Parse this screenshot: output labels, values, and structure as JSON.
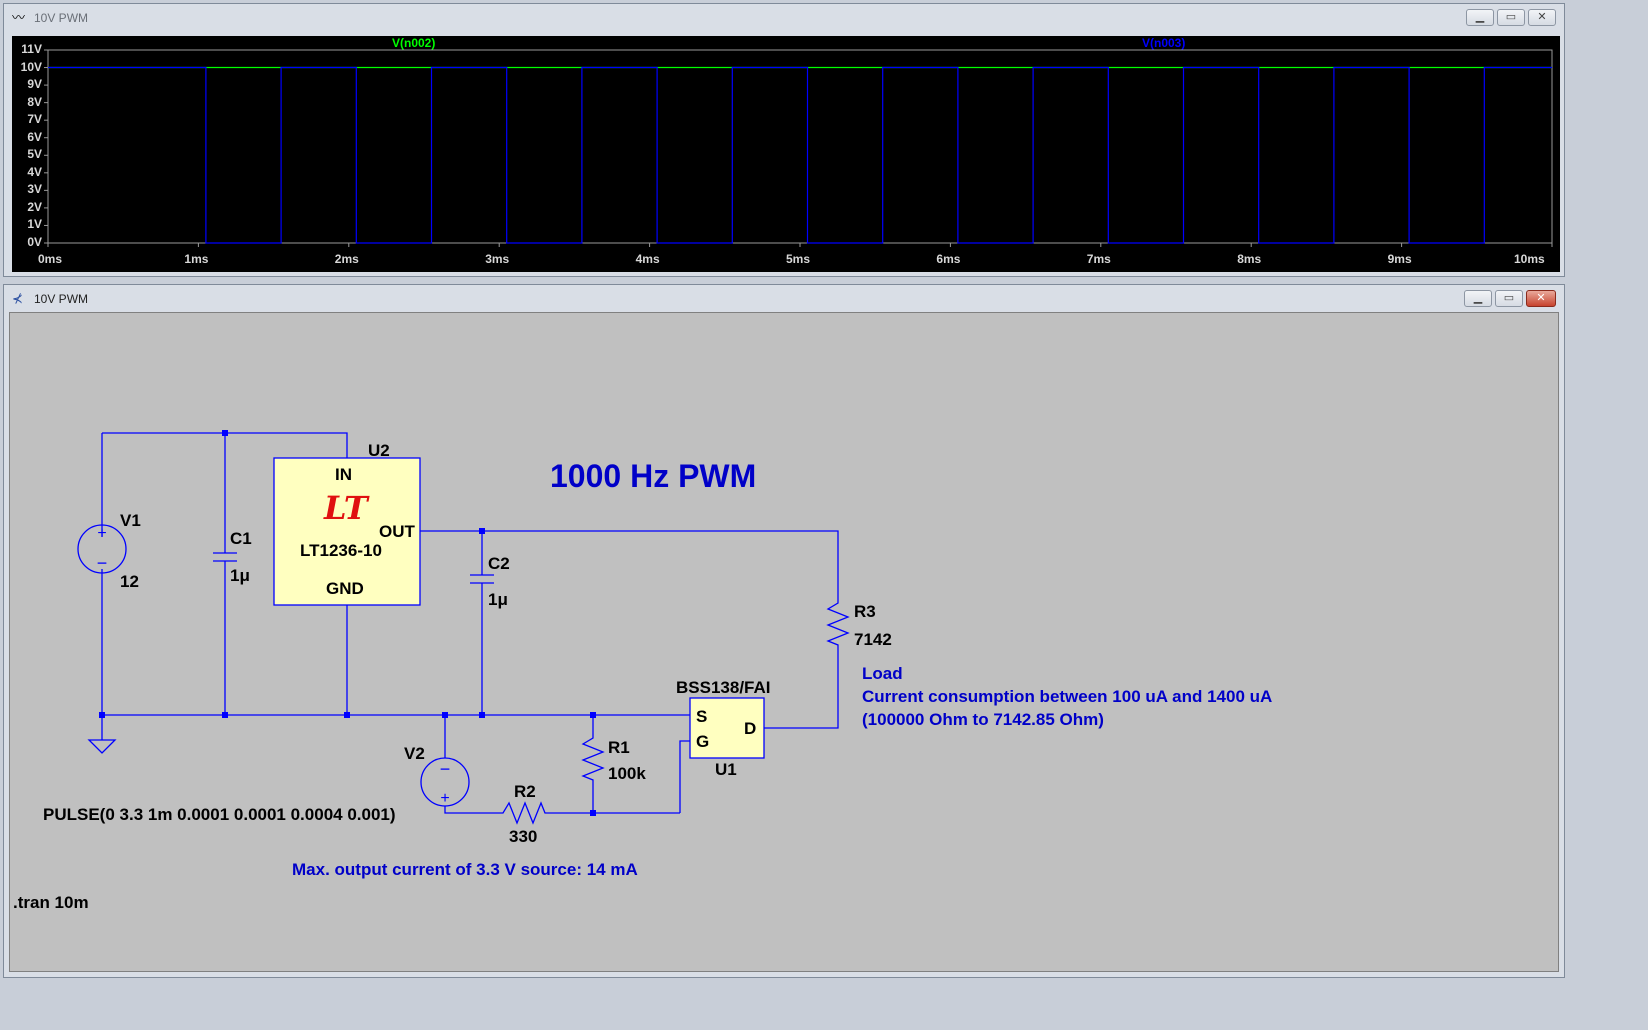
{
  "plot_window": {
    "title": "10V PWM",
    "traces": [
      {
        "name": "V(n002)",
        "color": "#00ff00"
      },
      {
        "name": "V(n003)",
        "color": "#0000ff"
      }
    ]
  },
  "schematic_window": {
    "title": "10V PWM",
    "heading": "1000 Hz PWM",
    "components": {
      "V1": {
        "ref": "V1",
        "value": "12"
      },
      "C1": {
        "ref": "C1",
        "value": "1μ"
      },
      "U2": {
        "ref": "U2",
        "part": "LT1236-10",
        "pin_in": "IN",
        "pin_out": "OUT",
        "pin_gnd": "GND"
      },
      "C2": {
        "ref": "C2",
        "value": "1μ"
      },
      "R3": {
        "ref": "R3",
        "value": "7142"
      },
      "U1": {
        "ref": "U1",
        "part": "BSS138/FAI",
        "pin_s": "S",
        "pin_g": "G",
        "pin_d": "D"
      },
      "R1": {
        "ref": "R1",
        "value": "100k"
      },
      "R2": {
        "ref": "R2",
        "value": "330"
      },
      "V2": {
        "ref": "V2",
        "value": "PULSE(0 3.3 1m 0.0001 0.0001 0.0004 0.001)"
      }
    },
    "notes": {
      "load_title": "Load",
      "load_line1": "Current consumption between 100 uA and 1400 uA",
      "load_line2": "(100000 Ohm to 7142.85 Ohm)",
      "source_note": "Max. output current of 3.3 V source: 14 mA"
    },
    "directive": ".tran 10m"
  },
  "chart_data": {
    "type": "line",
    "title": "",
    "xlabel": "",
    "ylabel": "",
    "xlim": [
      0,
      10
    ],
    "ylim": [
      0,
      11
    ],
    "x_unit": "ms",
    "y_unit": "V",
    "x_ticks": [
      "0ms",
      "1ms",
      "2ms",
      "3ms",
      "4ms",
      "5ms",
      "6ms",
      "7ms",
      "8ms",
      "9ms",
      "10ms"
    ],
    "y_ticks": [
      "0V",
      "1V",
      "2V",
      "3V",
      "4V",
      "5V",
      "6V",
      "7V",
      "8V",
      "9V",
      "10V",
      "11V"
    ],
    "series": [
      {
        "name": "V(n002)",
        "color": "#00ff00",
        "x": [
          0,
          10
        ],
        "y": [
          10,
          10
        ]
      },
      {
        "name": "V(n003)",
        "color": "#0000ff",
        "x": [
          0,
          1.05,
          1.05,
          1.55,
          1.55,
          2.05,
          2.05,
          2.55,
          2.55,
          3.05,
          3.05,
          3.55,
          3.55,
          4.05,
          4.05,
          4.55,
          4.55,
          5.05,
          5.05,
          5.55,
          5.55,
          6.05,
          6.05,
          6.55,
          6.55,
          7.05,
          7.05,
          7.55,
          7.55,
          8.05,
          8.05,
          8.55,
          8.55,
          9.05,
          9.05,
          9.55,
          9.55,
          10
        ],
        "y": [
          10,
          10,
          0,
          0,
          10,
          10,
          0,
          0,
          10,
          10,
          0,
          0,
          10,
          10,
          0,
          0,
          10,
          10,
          0,
          0,
          10,
          10,
          0,
          0,
          10,
          10,
          0,
          0,
          10,
          10,
          0,
          0,
          10,
          10,
          0,
          0,
          10,
          10
        ]
      }
    ]
  }
}
